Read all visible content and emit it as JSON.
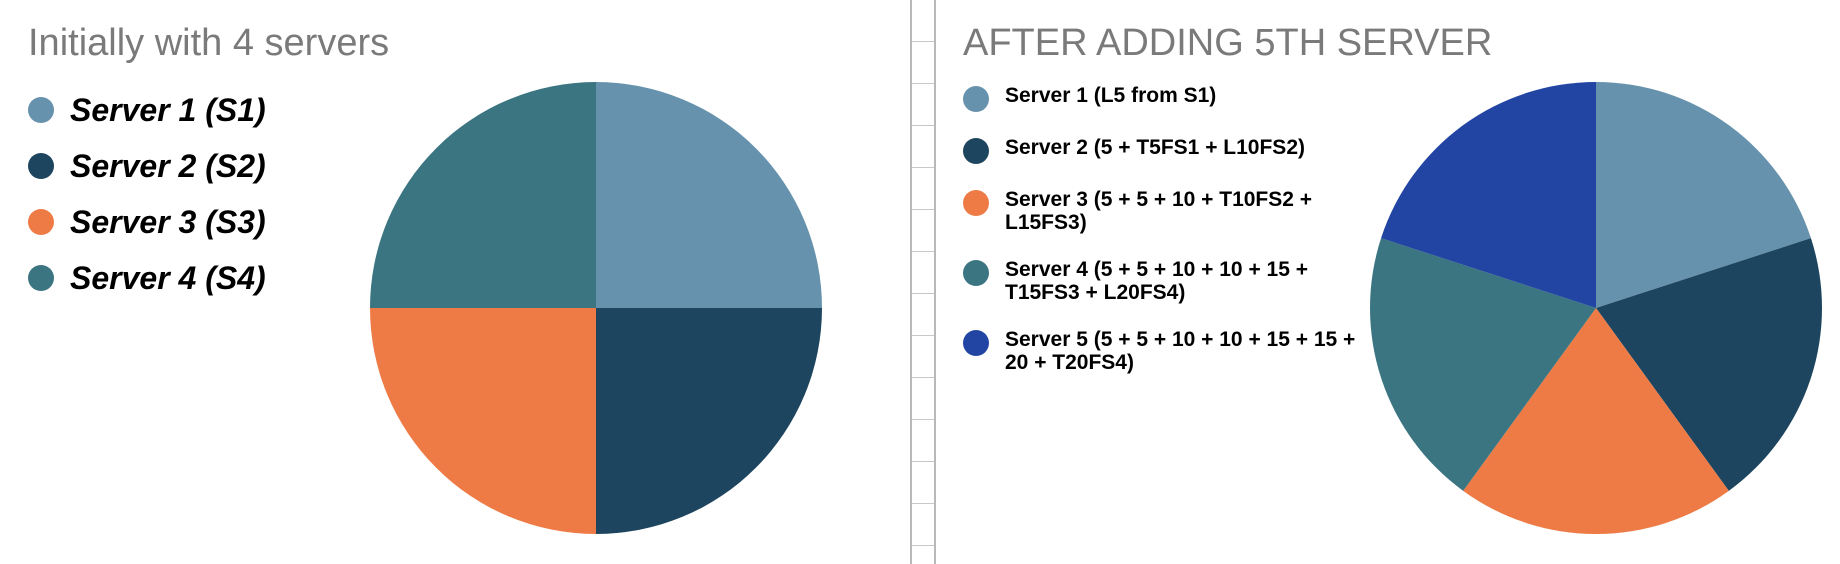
{
  "chart_data": [
    {
      "type": "pie",
      "title": "Initially with 4 servers",
      "legend_style": "bold-italic",
      "slices": [
        {
          "label": "Server 1 (S1)",
          "value": 25,
          "color": "#6792ad"
        },
        {
          "label": "Server 2 (S2)",
          "value": 25,
          "color": "#1e455f"
        },
        {
          "label": "Server 3 (S3)",
          "value": 25,
          "color": "#ee7b46"
        },
        {
          "label": "Server 4 (S4)",
          "value": 25,
          "color": "#3b7582"
        }
      ],
      "legend_placement": "left"
    },
    {
      "type": "pie",
      "title": "AFTER ADDING 5TH SERVER",
      "legend_style": "bold",
      "slices": [
        {
          "label": "Server 1 (L5 from S1)",
          "value": 20,
          "color": "#6792ad"
        },
        {
          "label": "Server 2 (5 + T5FS1 + L10FS2)",
          "value": 20,
          "color": "#1e455f"
        },
        {
          "label": "Server 3 (5 + 5 + 10 + T10FS2 + L15FS3)",
          "value": 20,
          "color": "#ee7b46"
        },
        {
          "label": "Server 4 (5 + 5 + 10 + 10 + 15 + T15FS3 + L20FS4)",
          "value": 20,
          "color": "#3b7582"
        },
        {
          "label": "Server 5 (5 + 5 + 10 + 10 + 15 + 15 + 20 + T20FS4)",
          "value": 20,
          "color": "#2244a3"
        }
      ],
      "legend_placement": "left"
    }
  ]
}
